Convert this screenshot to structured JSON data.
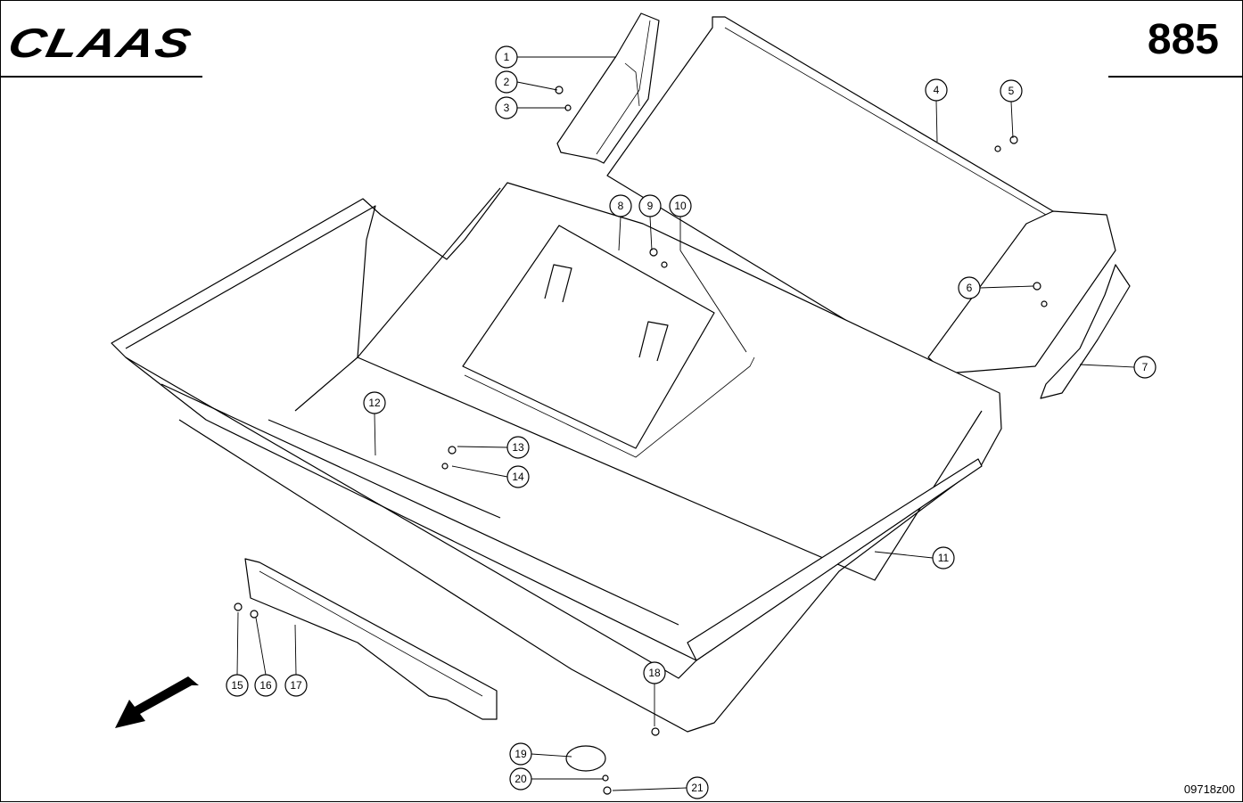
{
  "header": {
    "brand": "CLAAS",
    "page_number": "885"
  },
  "footer": {
    "drawing_id": "09718z00"
  },
  "callouts": [
    "1",
    "2",
    "3",
    "4",
    "5",
    "6",
    "7",
    "8",
    "9",
    "10",
    "11",
    "12",
    "13",
    "14",
    "15",
    "16",
    "17",
    "18",
    "19",
    "20",
    "21"
  ]
}
